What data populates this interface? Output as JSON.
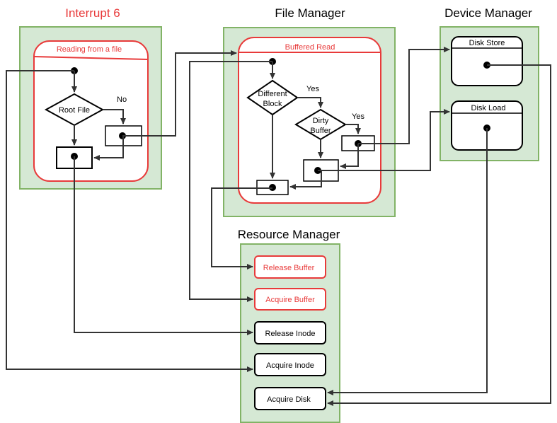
{
  "colors": {
    "lane_fill": "#d5e8d4",
    "lane_stroke": "#82b366",
    "accent_red": "#e83a3a",
    "line": "#333333",
    "node_stroke": "#000000"
  },
  "lanes": {
    "interrupt": {
      "title": "Interrupt 6",
      "group_title": "Reading from a  file",
      "decision": "Root File",
      "edge_no": "No"
    },
    "file_manager": {
      "title": "File Manager",
      "group_title": "Buffered Read",
      "decision_1_line1": "Different",
      "decision_1_line2": "Block",
      "decision_2_line1": "Dirty",
      "decision_2_line2": "Buffer",
      "edge_yes_1": "Yes",
      "edge_yes_2": "Yes"
    },
    "device_manager": {
      "title": "Device Manager",
      "disk_store": "Disk Store",
      "disk_load": "Disk Load"
    },
    "resource_manager": {
      "title": "Resource Manager",
      "release_buffer": "Release Buffer",
      "acquire_buffer": "Acquire Buffer",
      "release_inode": "Release Inode",
      "acquire_inode": "Acquire Inode",
      "acquire_disk": "Acquire Disk"
    }
  }
}
